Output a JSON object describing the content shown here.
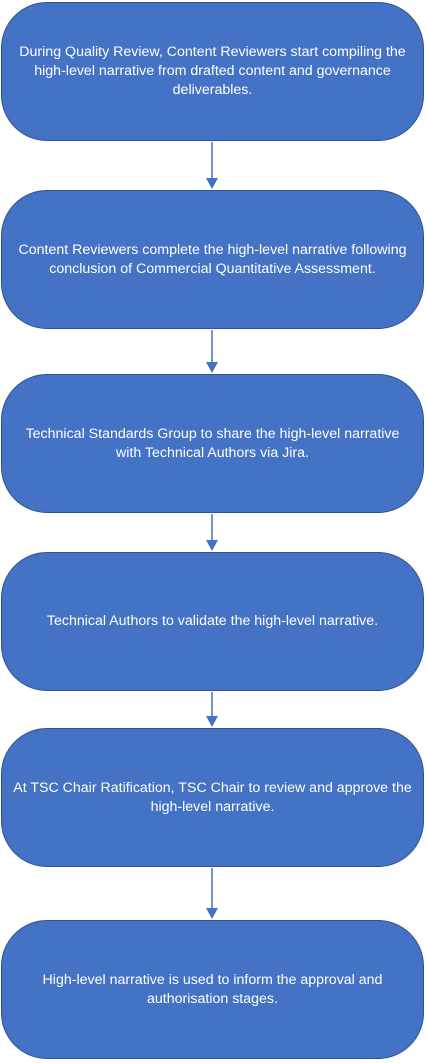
{
  "flowchart": {
    "box_color": "#4472c4",
    "border_color": "#2f528f",
    "text_color": "#ffffff",
    "arrow_color": "#4472c4",
    "steps": [
      {
        "text": "During Quality Review, Content Reviewers start compiling the high-level narrative from drafted content and governance deliverables."
      },
      {
        "text": "Content Reviewers complete the high-level narrative following conclusion of Commercial Quantitative Assessment."
      },
      {
        "text": "Technical Standards Group to share the high-level narrative with Technical Authors via Jira."
      },
      {
        "text": "Technical Authors to validate the high-level narrative."
      },
      {
        "text": "At TSC Chair Ratification, TSC Chair to review and approve the high-level narrative."
      },
      {
        "text": "High-level narrative is used to inform the approval and authorisation stages."
      }
    ]
  }
}
